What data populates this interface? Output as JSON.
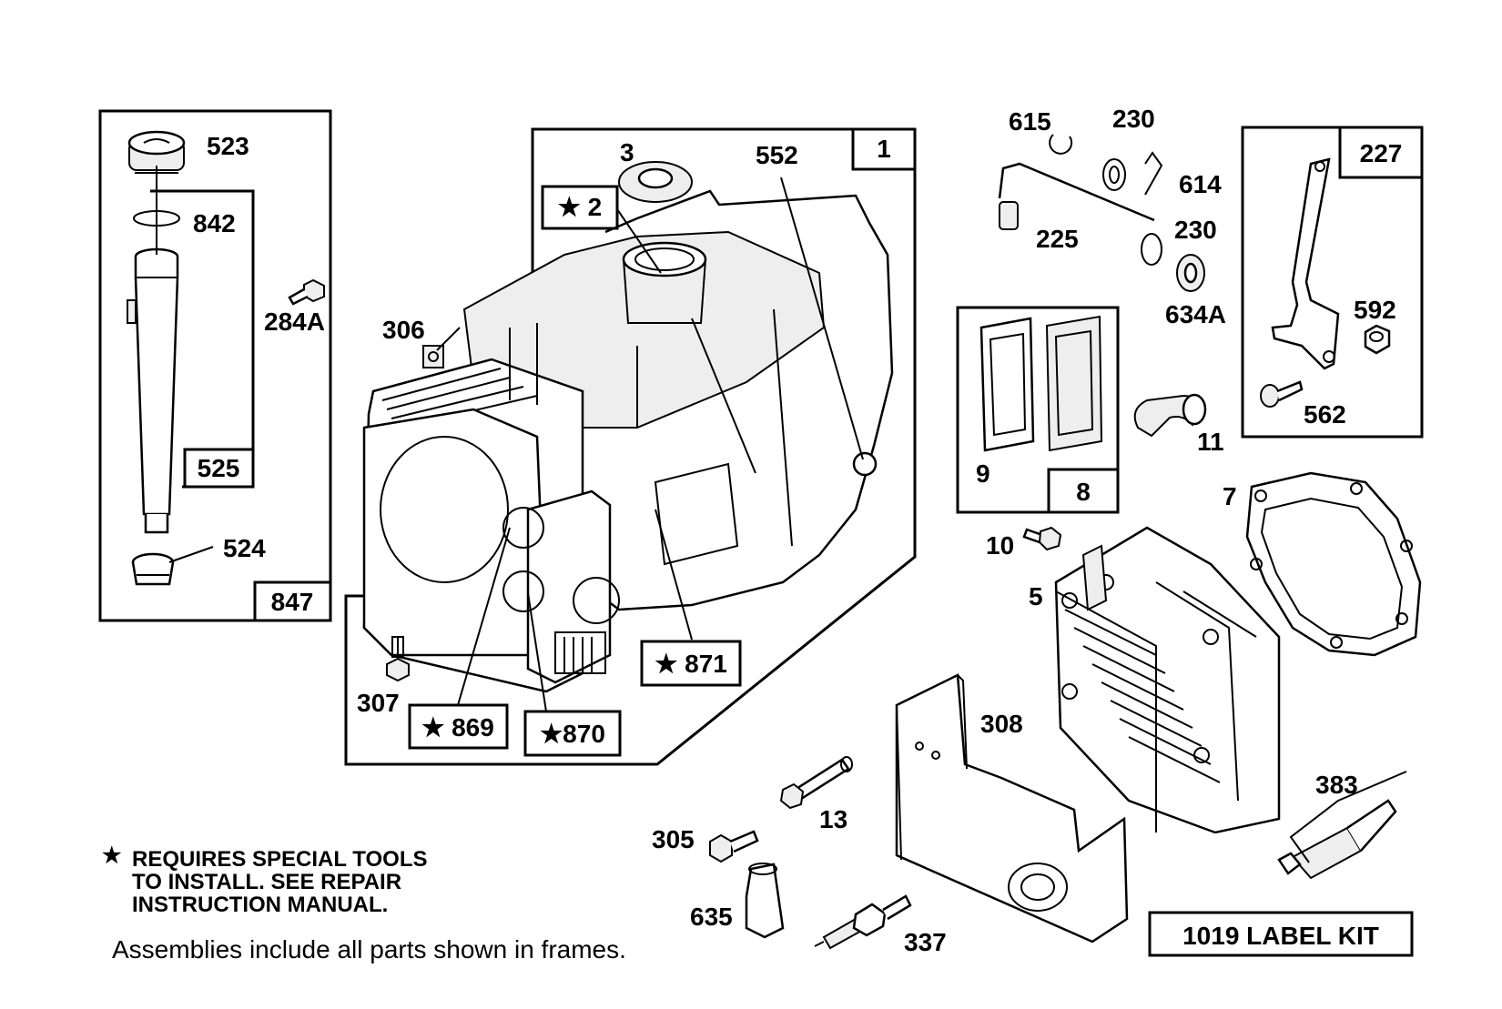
{
  "frames": {
    "f847": "847",
    "f525": "525",
    "f1": "1",
    "f227": "227",
    "f8": "8"
  },
  "boxed_callouts": {
    "c2": "★ 2",
    "c871": "★ 871",
    "c869": "★ 869",
    "c870": "★870",
    "label_kit": "1019 LABEL KIT"
  },
  "callouts": {
    "p523": "523",
    "p842": "842",
    "p284a": "284A",
    "p524": "524",
    "p3": "3",
    "p552": "552",
    "p306": "306",
    "p307": "307",
    "p615": "615",
    "p230a": "230",
    "p614": "614",
    "p225": "225",
    "p230b": "230",
    "p634a": "634A",
    "p592": "592",
    "p562": "562",
    "p9": "9",
    "p11": "11",
    "p7": "7",
    "p10": "10",
    "p5": "5",
    "p308": "308",
    "p383": "383",
    "p13": "13",
    "p305": "305",
    "p635": "635",
    "p337": "337"
  },
  "notes": {
    "star": "★",
    "line1": "REQUIRES SPECIAL TOOLS",
    "line2": "TO INSTALL.  SEE REPAIR",
    "line3": "INSTRUCTION MANUAL.",
    "assemblies": "Assemblies include all parts shown in frames."
  }
}
